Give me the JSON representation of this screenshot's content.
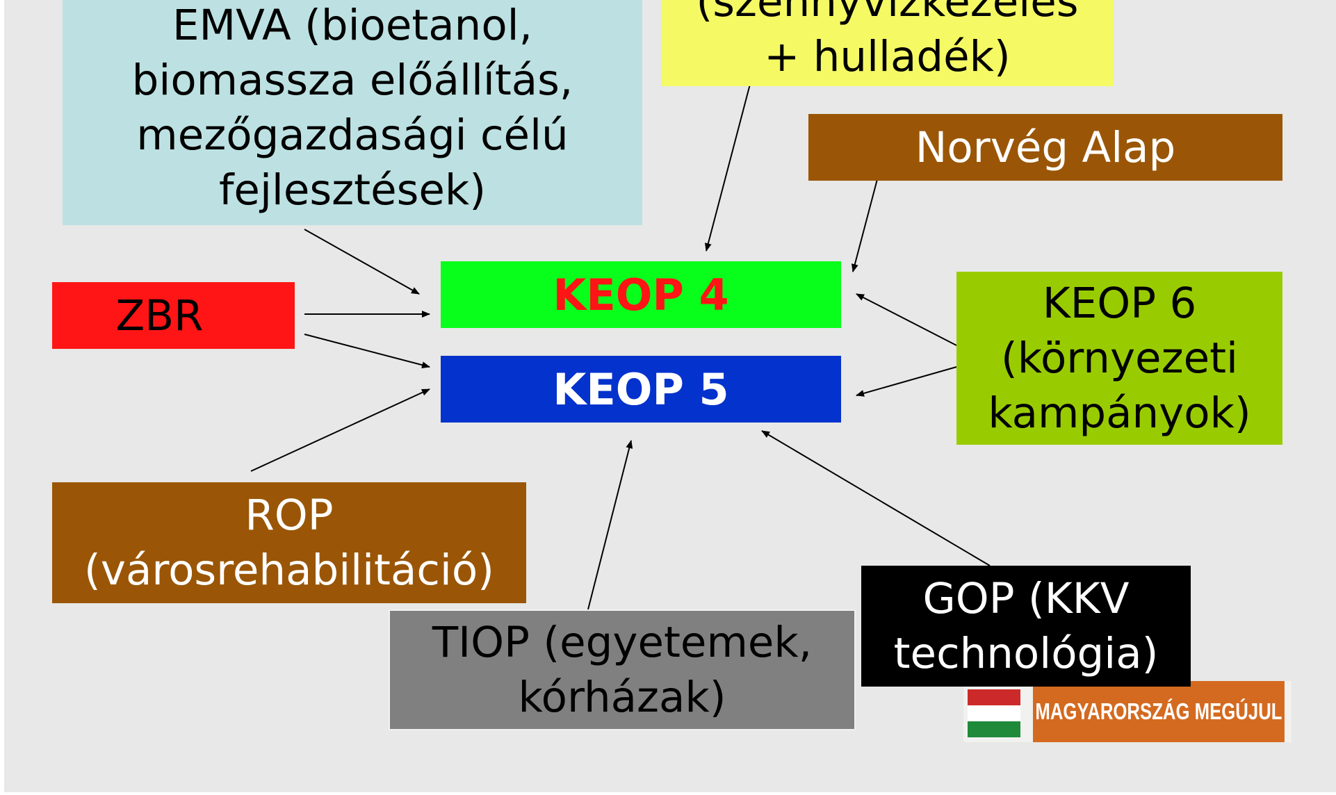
{
  "boxes": {
    "emva": {
      "label": "EMVA (bioetanol,\nbiomassza előállítás,\nmezőgazdasági célú\nfejlesztések)",
      "color": "#bde1e2"
    },
    "sewage": {
      "label": "(szennyvízkezelés\n+ hulladék)",
      "color": "#f5fa64"
    },
    "norway": {
      "label": "Norvég Alap",
      "color": "#9a5606"
    },
    "zbr": {
      "label": "ZBR",
      "color": "#ff1515"
    },
    "keop4": {
      "label": "KEOP 4",
      "color": "#08ff1c",
      "text_color": "#ff1515"
    },
    "keop5": {
      "label": "KEOP 5",
      "color": "#0432cc",
      "text_color": "#ffffff"
    },
    "keop6": {
      "label": "KEOP 6\n(környezeti\nkampányok)",
      "color": "#99cc00"
    },
    "rop": {
      "label": "ROP\n(városrehabilitáció)",
      "color": "#9a5606"
    },
    "tiop": {
      "label": "TIOP (egyetemek,\nkórházak)",
      "color": "#808080"
    },
    "gop": {
      "label": "GOP (KKV\ntechnológia)",
      "color": "#000000",
      "text_color": "#ffffff"
    }
  },
  "logo": {
    "text": "MAGYARORSZÁG MEGÚJUL",
    "flag_colors": [
      "#cc2a2a",
      "#ffffff",
      "#1e8a3a"
    ]
  }
}
